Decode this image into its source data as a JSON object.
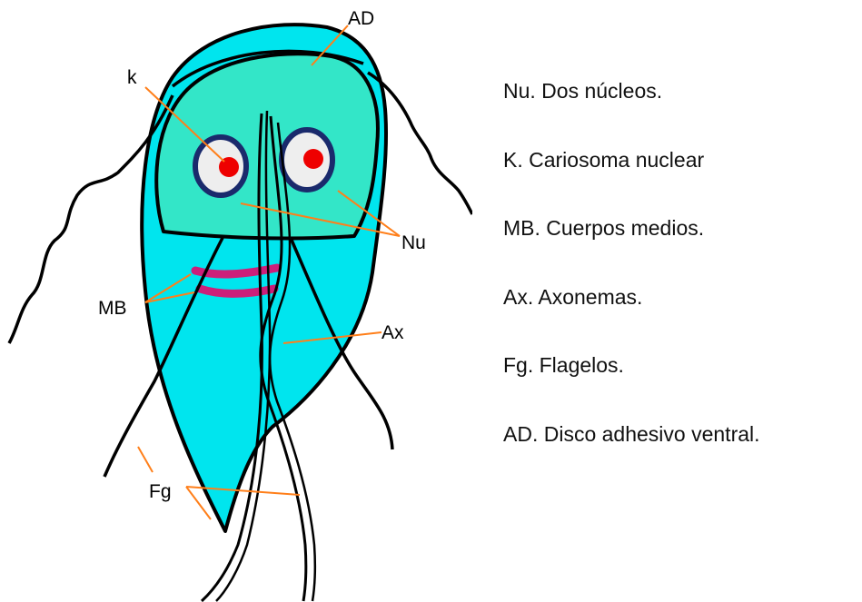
{
  "diagram": {
    "labels": {
      "ad": "AD",
      "k": "k",
      "nu": "Nu",
      "mb": "MB",
      "ax": "Ax",
      "fg": "Fg"
    },
    "colors": {
      "cytoplasm": "#00e5ee",
      "adhesive_disc": "#33e6c8",
      "median_bodies": "#cc1f7a",
      "nucleolus": "#ee0000",
      "leader_lines": "#ff7f1a"
    }
  },
  "legend": [
    {
      "abbr": "Nu.",
      "text": " Dos núcleos."
    },
    {
      "abbr": "K.",
      "text": " Cariosoma nuclear"
    },
    {
      "abbr": "MB.",
      "text": " Cuerpos medios."
    },
    {
      "abbr": "Ax.",
      "text": " Axonemas."
    },
    {
      "abbr": "Fg.",
      "text": " Flagelos."
    },
    {
      "abbr": "AD.",
      "text": " Disco adhesivo ventral."
    }
  ]
}
